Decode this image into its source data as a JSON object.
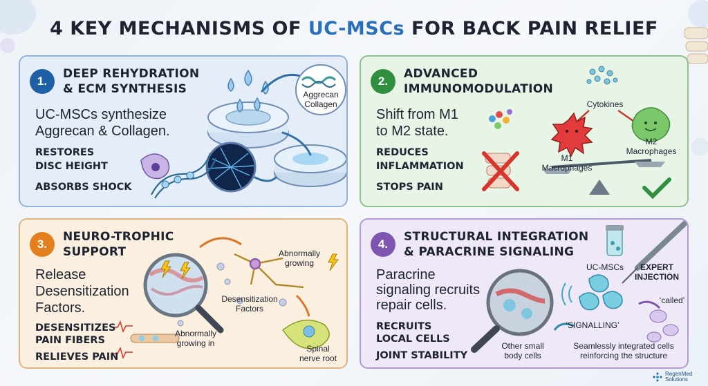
{
  "title": {
    "prefix": "4 KEY MECHANISMS OF ",
    "accent": "UC-MSCs",
    "suffix": " FOR BACK PAIN RELIEF"
  },
  "colors": {
    "blue": "#1f5fa6",
    "green": "#2f8f3f",
    "orange": "#e2801f",
    "purple": "#7d55b0",
    "title_accent": "#2a6fbb"
  },
  "panels": [
    {
      "number": "1.",
      "title_line1": "DEEP REHYDRATION",
      "title_line2": "& ECM SYNTHESIS",
      "lead_line1": "UC-MSCs synthesize",
      "lead_line2": "Aggrecan & Collagen.",
      "points": [
        "RESTORES",
        "DISC HEIGHT",
        "ABSORBS SHOCK"
      ],
      "labels": {
        "aggrecan": "Aggrecan",
        "collagen": "Collagen"
      },
      "icons": [
        "water-drop-icon",
        "spinal-disc-icon",
        "collagen-helix-icon",
        "fiber-network-icon",
        "stem-cell-icon"
      ]
    },
    {
      "number": "2.",
      "title_line1": "ADVANCED",
      "title_line2": "IMMUNOMODULATION",
      "lead_line1": "Shift from M1",
      "lead_line2": "to M2 state.",
      "points": [
        "REDUCES",
        "INFLAMMATION",
        "STOPS PAIN"
      ],
      "labels": {
        "cytokines": "Cytokines",
        "m1_a": "M1",
        "m1_b": "Macrophages",
        "m2_a": "M2",
        "m2_b": "Macrophages"
      },
      "icons": [
        "cytokines-icon",
        "m1-macrophage-icon",
        "m2-macrophage-icon",
        "balance-scale-icon",
        "check-icon",
        "inflamed-spine-icon",
        "cross-icon"
      ]
    },
    {
      "number": "3.",
      "title_line1": "NEURO-TROPHIC",
      "title_line2": "SUPPORT",
      "lead_line1": "Release",
      "lead_line2": "Desensitization",
      "lead_line3": "Factors.",
      "points": [
        "DESENSITIZES",
        "PAIN FIBERS",
        "RELIEVES PAIN"
      ],
      "labels": {
        "abn1_a": "Abnormally",
        "abn1_b": "growing",
        "desens_a": "Desensitization",
        "desens_b": "Factors",
        "abn2_a": "Abnormally",
        "abn2_b": "growing in",
        "spinal_a": "Spinal",
        "spinal_b": "nerve root"
      },
      "icons": [
        "magnifier-icon",
        "neuron-icon",
        "lightning-icon",
        "nerve-root-icon",
        "pain-signal-icon"
      ]
    },
    {
      "number": "4.",
      "title_line1": "STRUCTURAL INTEGRATION",
      "title_line2": "& PARACRINE SIGNALING",
      "lead_line1": "Paracrine",
      "lead_line2": "signaling recruits",
      "lead_line3": "repair cells.",
      "points": [
        "RECRUITS",
        "LOCAL CELLS",
        "JOINT STABILITY"
      ],
      "labels": {
        "ucmscs": "UC-MSCs",
        "expert_a": "EXPERT",
        "expert_b": "INJECTION",
        "called": "‘called’",
        "signalling": "‘SIGNALLING’",
        "other_a": "Other small",
        "other_b": "body cells",
        "seamless_a": "Seamlessly integrated cells",
        "seamless_b": "reinforcing the structure"
      },
      "icons": [
        "vial-icon",
        "syringe-icon",
        "magnifier-icon",
        "stem-cell-icon",
        "signal-waves-icon"
      ]
    }
  ],
  "brand": {
    "line1": "RegenMed",
    "line2": "Solutions"
  }
}
